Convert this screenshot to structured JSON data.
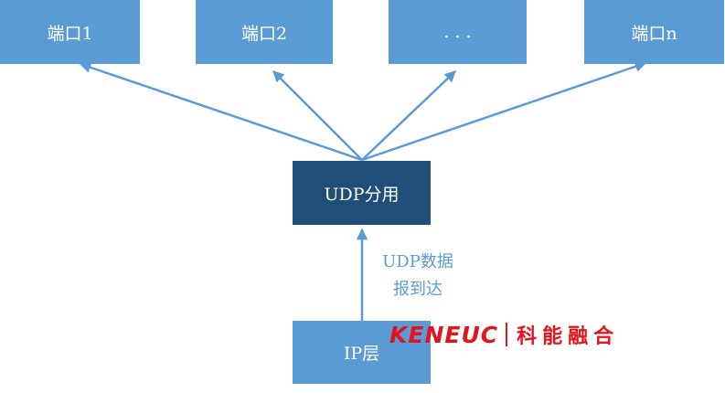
{
  "ports": [
    "端口1",
    "端口2",
    ". . .",
    "端口n"
  ],
  "demux_label": "UDP分用",
  "ip_label": "IP层",
  "caption": [
    "UDP数据",
    "报到达"
  ],
  "logo": {
    "en": "KENEUC",
    "cn": "科能融合"
  },
  "colors": {
    "box": "#5b9bd5",
    "demux": "#1f4e79",
    "arrow": "#5b9bd5",
    "logo": "#e3141b"
  }
}
